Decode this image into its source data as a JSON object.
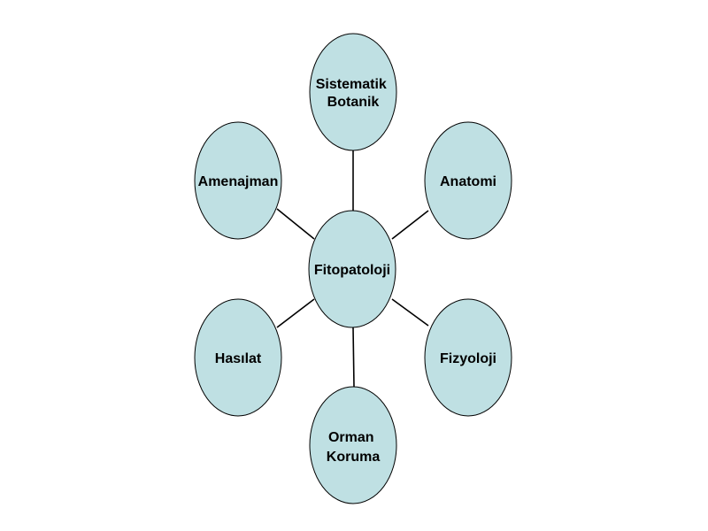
{
  "diagram": {
    "fill_color": "#bfe0e3",
    "center": {
      "label": "Fitopatoloji"
    },
    "nodes": [
      {
        "lines": [
          "Sistematik",
          "Botanik"
        ]
      },
      {
        "lines": [
          "Anatomi"
        ]
      },
      {
        "lines": [
          "Fizyoloji"
        ]
      },
      {
        "lines": [
          "Orman",
          "Koruma"
        ]
      },
      {
        "lines": [
          "Hasılat"
        ]
      },
      {
        "lines": [
          "Amenajman"
        ]
      }
    ]
  }
}
